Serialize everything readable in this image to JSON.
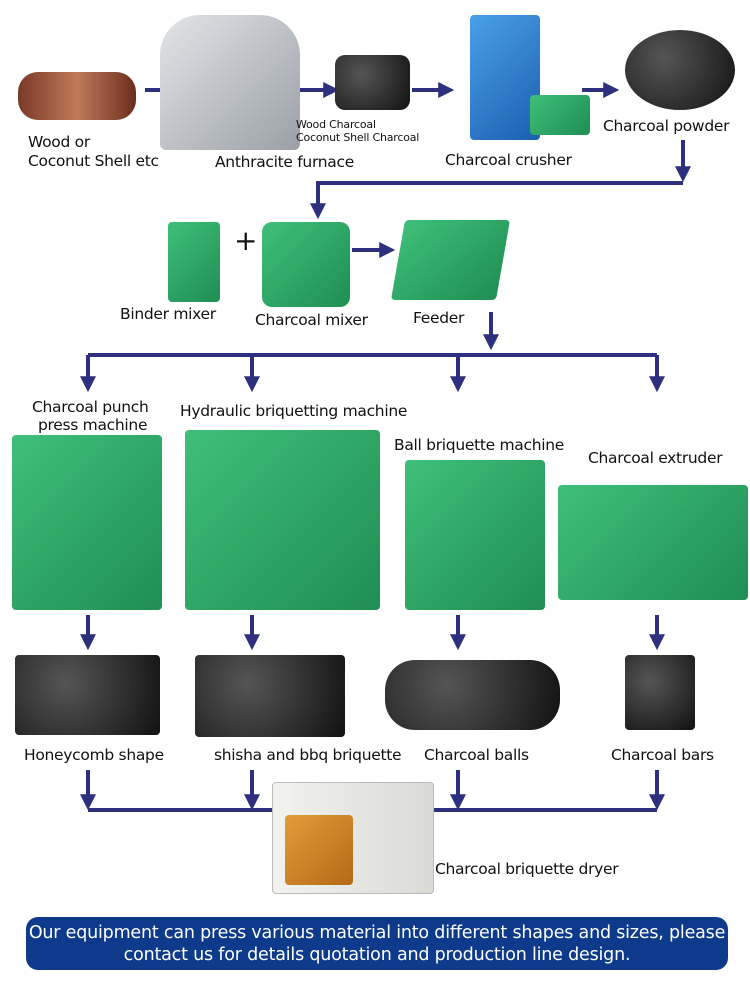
{
  "colors": {
    "arrow": "#2e2f7e",
    "banner": "#0e3a8c"
  },
  "stage1": {
    "raw": [
      "Wood or",
      "Coconut Shell etc"
    ],
    "furnace": "Anthracite furnace",
    "charcoal": [
      "Wood Charcoal",
      "Coconut Shell Charcoal"
    ],
    "crusher": "Charcoal crusher",
    "powder": "Charcoal powder"
  },
  "stage2": {
    "binder": "Binder mixer",
    "plus": "+",
    "mixer": "Charcoal mixer",
    "feeder": "Feeder"
  },
  "machines": {
    "punch": [
      "Charcoal punch",
      "press machine"
    ],
    "hydraulic": "Hydraulic briquetting machine",
    "ball": "Ball briquette machine",
    "extruder": "Charcoal extruder"
  },
  "products": {
    "honeycomb": "Honeycomb shape",
    "shisha": "shisha and bbq briquette",
    "balls": "Charcoal balls",
    "bars": "Charcoal bars"
  },
  "dryer": "Charcoal briquette dryer",
  "banner": [
    "Our equipment can press various material into different shapes and sizes, please",
    "contact us for details quotation and production line design."
  ]
}
